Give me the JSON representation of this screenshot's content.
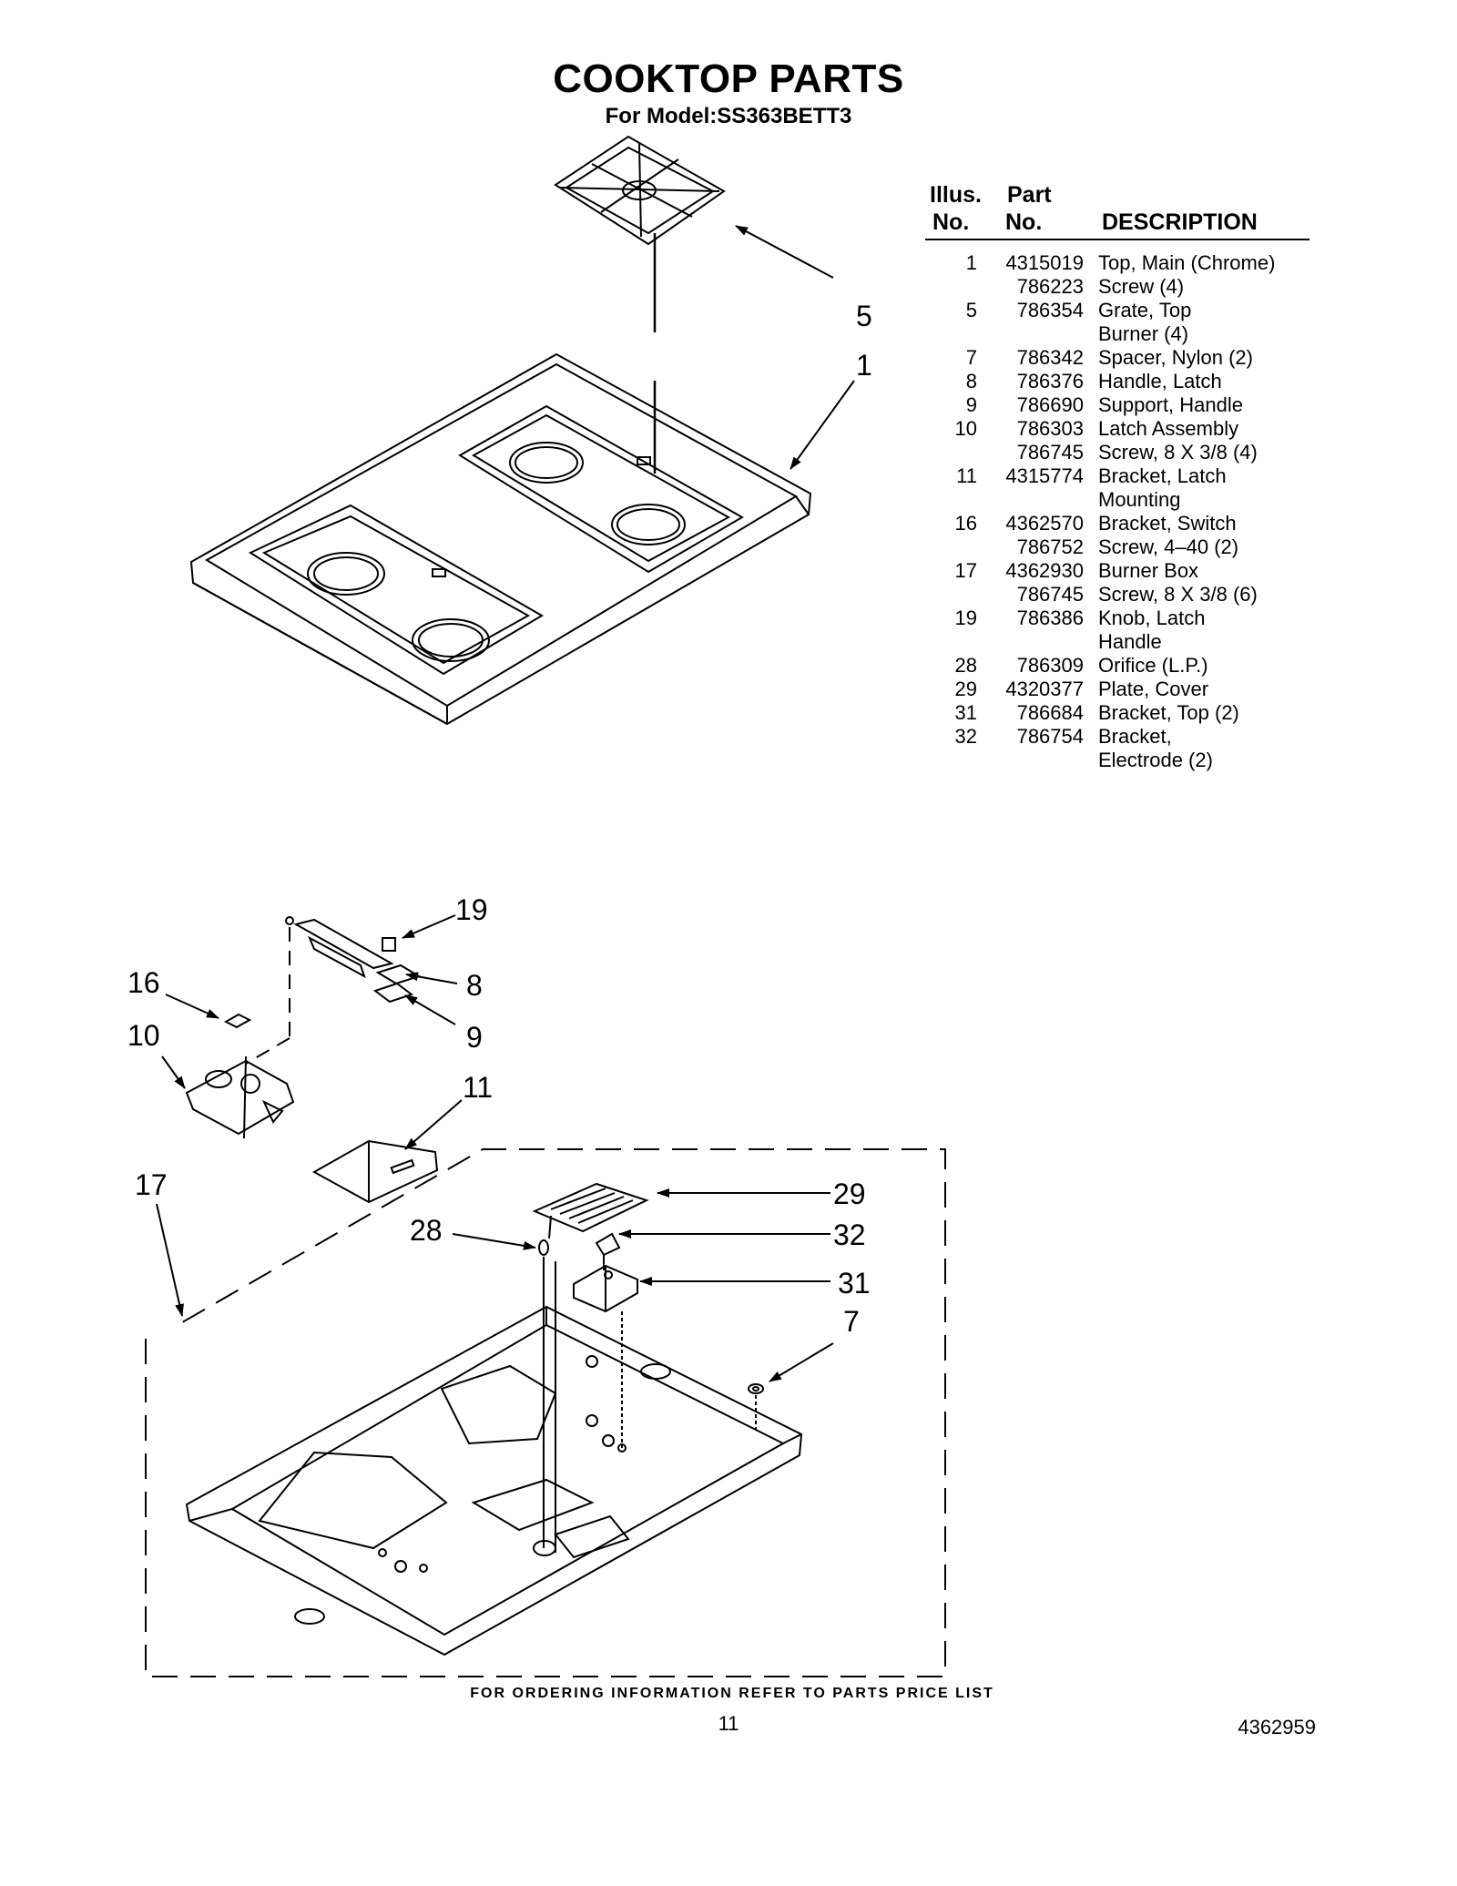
{
  "header": {
    "title": "COOKTOP PARTS",
    "subtitle": "For Model:SS363BETT3"
  },
  "table": {
    "col_illus": [
      "Illus.",
      "No."
    ],
    "col_part": [
      "Part",
      "No."
    ],
    "col_desc": "DESCRIPTION",
    "rows": [
      {
        "illus": "1",
        "part": "4315019",
        "desc": "Top, Main (Chrome)"
      },
      {
        "illus": "",
        "part": "786223",
        "desc": "Screw (4)"
      },
      {
        "illus": "5",
        "part": "786354",
        "desc": "Grate, Top"
      },
      {
        "illus": "",
        "part": "",
        "desc": "Burner (4)"
      },
      {
        "illus": "7",
        "part": "786342",
        "desc": "Spacer, Nylon (2)"
      },
      {
        "illus": "8",
        "part": "786376",
        "desc": "Handle, Latch"
      },
      {
        "illus": "9",
        "part": "786690",
        "desc": "Support, Handle"
      },
      {
        "illus": "10",
        "part": "786303",
        "desc": "Latch Assembly"
      },
      {
        "illus": "",
        "part": "786745",
        "desc": "Screw, 8 X 3/8 (4)"
      },
      {
        "illus": "11",
        "part": "4315774",
        "desc": "Bracket, Latch"
      },
      {
        "illus": "",
        "part": "",
        "desc": "Mounting"
      },
      {
        "illus": "16",
        "part": "4362570",
        "desc": "Bracket, Switch"
      },
      {
        "illus": "",
        "part": "786752",
        "desc": "Screw, 4–40 (2)"
      },
      {
        "illus": "17",
        "part": "4362930",
        "desc": "Burner Box"
      },
      {
        "illus": "",
        "part": "786745",
        "desc": "Screw, 8 X 3/8 (6)"
      },
      {
        "illus": "19",
        "part": "786386",
        "desc": "Knob, Latch"
      },
      {
        "illus": "",
        "part": "",
        "desc": "Handle"
      },
      {
        "illus": "28",
        "part": "786309",
        "desc": "Orifice (L.P.)"
      },
      {
        "illus": "29",
        "part": "4320377",
        "desc": "Plate, Cover"
      },
      {
        "illus": "31",
        "part": "786684",
        "desc": "Bracket, Top (2)"
      },
      {
        "illus": "32",
        "part": "786754",
        "desc": "Bracket,"
      },
      {
        "illus": "",
        "part": "",
        "desc": "Electrode (2)"
      }
    ]
  },
  "callouts": {
    "c5": "5",
    "c1": "1",
    "c19": "19",
    "c16": "16",
    "c8": "8",
    "c10": "10",
    "c9": "9",
    "c11": "11",
    "c17": "17",
    "c29": "29",
    "c28": "28",
    "c32": "32",
    "c31": "31",
    "c7": "7"
  },
  "footer": {
    "note": "FOR ORDERING INFORMATION REFER TO PARTS PRICE LIST",
    "page_number": "11",
    "doc_number": "4362959"
  }
}
